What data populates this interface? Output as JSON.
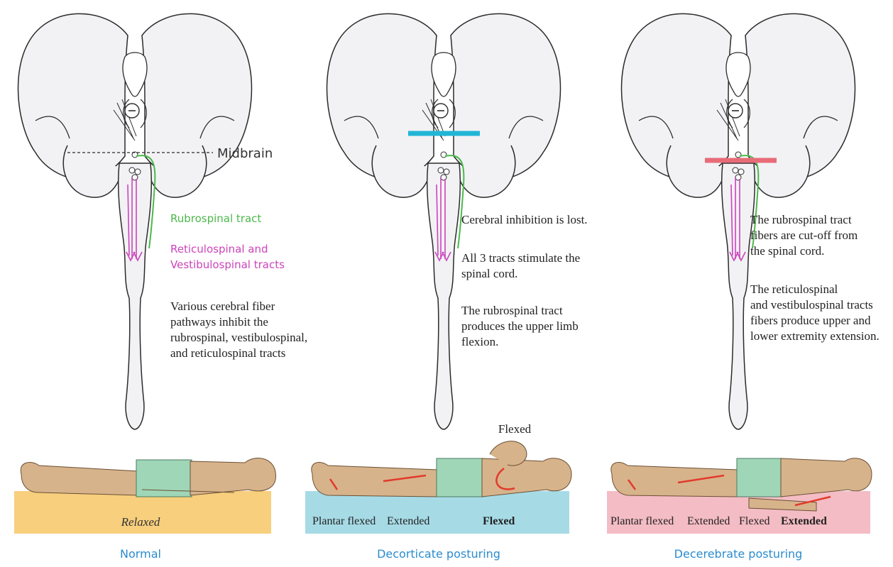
{
  "colors": {
    "brain_fill": "#f2f2f5",
    "brain_stroke": "#2b2b2b",
    "rubrospinal": "#4bb84b",
    "reticulo_vestibulo": "#cc44bb",
    "decorticate_cut": "#22b5d6",
    "decerebrate_cut": "#e86b78",
    "normal_bed": "#f7cf7d",
    "decorticate_bed": "#a6dbe6",
    "decerebrate_bed": "#f4bcc4",
    "skin": "#d7b38b",
    "cloth": "#9fd6b7",
    "arrow": "#e23a2c",
    "caption": "#2a8ccf"
  },
  "panels": {
    "normal": {
      "midbrain_label": "Midbrain",
      "rubrospinal_label": "Rubrospinal tract",
      "reticulo_label_line1": "Reticulospinal and",
      "reticulo_label_line2": "Vestibulospinal tracts",
      "text_lines": [
        "Various cerebral fiber",
        "pathways inhibit the",
        "rubrospinal, vestibulospinal,",
        "and reticulospinal tracts"
      ],
      "bed_label": "Relaxed",
      "caption": "Normal"
    },
    "decorticate": {
      "text1": "Cerebral inhibition is lost.",
      "text2_lines": [
        "All 3 tracts stimulate the",
        "spinal cord."
      ],
      "text3_lines": [
        "The rubrospinal tract",
        "produces the upper limb",
        "flexion."
      ],
      "flexed_top": "Flexed",
      "bed_labels": [
        "Plantar flexed",
        "Extended",
        "Flexed"
      ],
      "caption": "Decorticate posturing"
    },
    "decerebrate": {
      "text1_lines": [
        "The rubrospinal tract",
        "fibers are cut-off from",
        "the spinal cord."
      ],
      "text2_lines": [
        "The reticulospinal",
        "and vestibulospinal tracts",
        "fibers produce upper and",
        "lower extremity extension."
      ],
      "bed_labels": [
        "Plantar flexed",
        "Extended",
        "Flexed",
        "Extended"
      ],
      "caption": "Decerebrate posturing"
    }
  }
}
